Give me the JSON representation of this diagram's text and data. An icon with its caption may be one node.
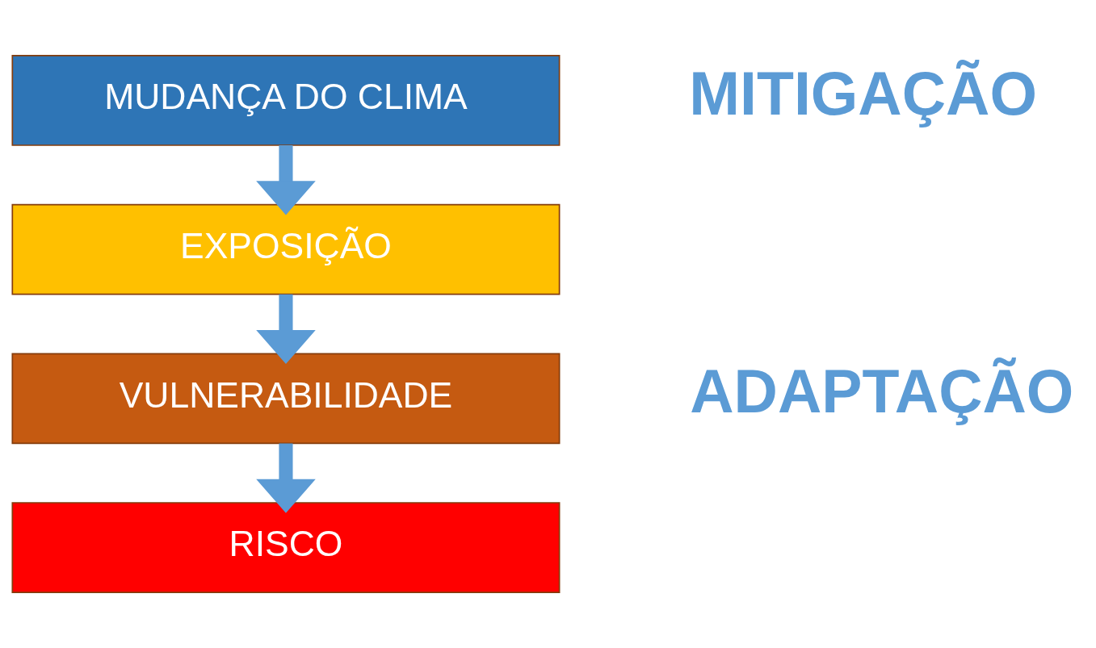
{
  "diagram": {
    "nodes": [
      {
        "text": [
          "MUDANÇA DO CLIMA"
        ]
      },
      {
        "text": [
          "EXPOSIÇÃO"
        ]
      },
      {
        "text": [
          "VULNERABILIDADE"
        ]
      },
      {
        "text": [
          "RISCO"
        ]
      }
    ],
    "edges": [
      {
        "from": 0,
        "to": 1,
        "arrow": "to"
      },
      {
        "from": 1,
        "to": 2,
        "arrow": "to"
      },
      {
        "from": 2,
        "to": 3,
        "arrow": "to"
      }
    ],
    "labels": [
      "MITIGAÇÃO",
      "ADAPTAÇÃO"
    ]
  }
}
